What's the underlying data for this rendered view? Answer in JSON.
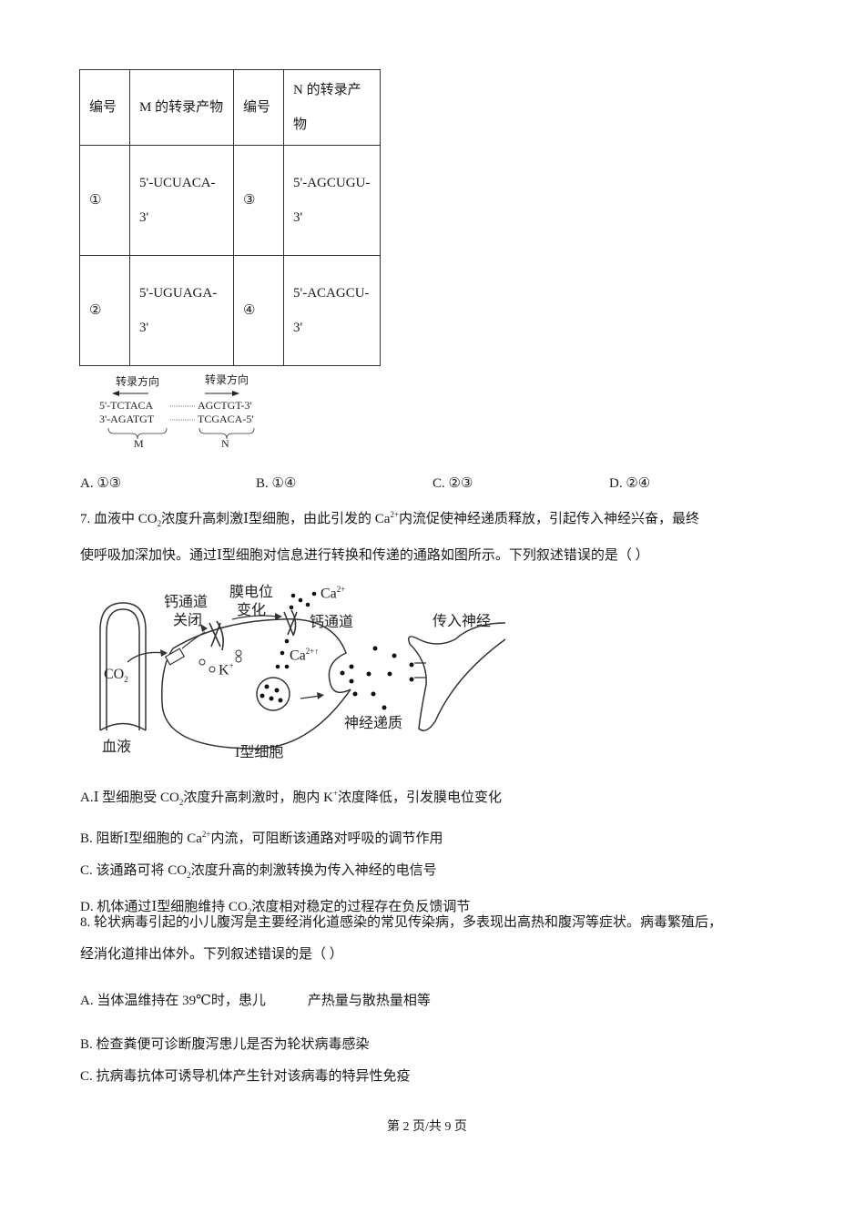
{
  "table": {
    "headers": [
      "编号",
      "M 的转录产物",
      "编号",
      "N 的转录产物"
    ],
    "rows": [
      {
        "m_id": "①",
        "m_product": "5'-UCUACA-3'",
        "n_id": "③",
        "n_product": "5'-AGCUGU-3'"
      },
      {
        "m_id": "②",
        "m_product": "5'-UGUAGA-3'",
        "n_id": "④",
        "n_product": "5'-ACAGCU-3'"
      }
    ]
  },
  "dna_figure": {
    "left_direction_label": "转录方向",
    "right_direction_label": "转录方向",
    "top_strand_left": "5'-TCTACA",
    "top_strand_right": "AGCTGT-3'",
    "bottom_strand_left": "3'-AGATGT",
    "bottom_strand_right": "TCGACA-5'",
    "label_m": "M",
    "label_n": "N"
  },
  "q6_options": [
    {
      "letter": "A.",
      "text": "①③"
    },
    {
      "letter": "B.",
      "text": "①④"
    },
    {
      "letter": "C.",
      "text": "②③"
    },
    {
      "letter": "D.",
      "text": "②④"
    }
  ],
  "q7": {
    "stem_line1_a": "7. 血液中 CO",
    "stem_line1_b": "浓度升高刺激Ⅰ型细胞，由此引发的 Ca",
    "stem_line1_c": "内流促使神经递质释放，引起传入神经兴奋，最终",
    "stem_line2": "使呼吸加深加快。通过Ⅰ型细胞对信息进行转换和传递的通路如图所示。下列叙述错误的是（    ）",
    "sub2": "2",
    "sup2plus": "2+",
    "figure": {
      "blood": "血液",
      "co2": "CO",
      "co2_sub": "2",
      "ca_channel_closed_1": "钙通道",
      "ca_channel_closed_2": "关闭",
      "membrane_potential_1": "膜电位",
      "membrane_potential_2": "变化",
      "ca_ion": "Ca",
      "ca_ion_sup": "2+",
      "ca_channel": "钙通道",
      "k_ion": "K",
      "k_ion_sup": "+",
      "ca_up": "Ca",
      "ca_up_sup": "2+↑",
      "afferent_nerve": "传入神经",
      "neurotransmitter": "神经递质",
      "type1_cell": "I型细胞"
    },
    "options": [
      {
        "letter": "A.",
        "parts": [
          "Ⅰ  型细胞受 CO",
          "2",
          "浓度升高刺激时，胞内 K",
          "+",
          "浓度降低，引发膜电位变化"
        ]
      },
      {
        "letter": "B.",
        "parts": [
          "阻断Ⅰ型细胞的 Ca",
          "2+",
          "内流，可阻断该通路对呼吸的调节作用"
        ]
      },
      {
        "letter": "C.",
        "parts": [
          "该通路可将 CO",
          "2",
          "浓度升高的刺激转换为传入神经的电信号"
        ]
      },
      {
        "letter": "D.",
        "parts": [
          "机体通过Ⅰ型细胞维持 CO",
          "2",
          "浓度相对稳定的过程存在负反馈调节"
        ]
      }
    ]
  },
  "q8": {
    "stem_line1": "8. 轮状病毒引起的小儿腹泻是主要经消化道感染的常见传染病，多表现出高热和腹泻等症状。病毒繁殖后，",
    "stem_line2": "经消化道排出体外。下列叙述错误的是（    ）",
    "options": [
      {
        "letter": "A.",
        "text_a": "当体温维持在 39℃时，患儿",
        "text_b": "产热量与散热量相等"
      },
      {
        "letter": "B.",
        "text_a": "检查粪便可诊断腹泻患儿是否为轮状病毒感染"
      },
      {
        "letter": "C.",
        "text_a": "抗病毒抗体可诱导机体产生针对该病毒的特异性免疫"
      }
    ]
  },
  "footer": {
    "page_label": "第 2 页/共 9 页"
  }
}
